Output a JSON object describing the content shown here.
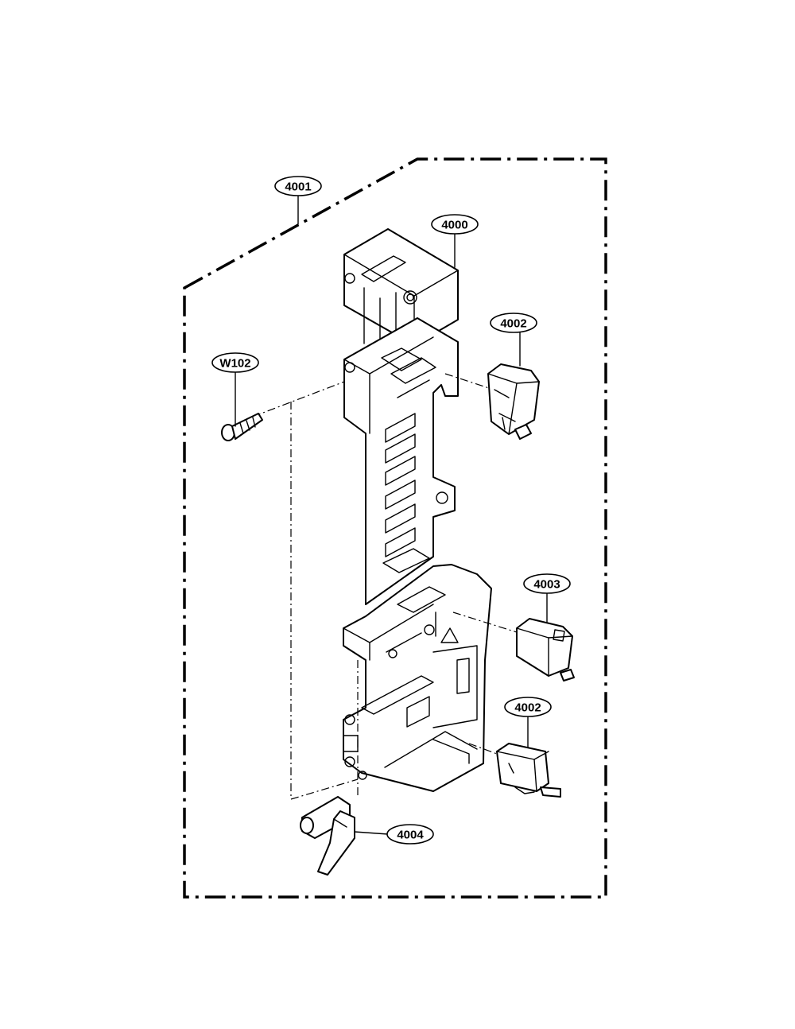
{
  "labels": {
    "assembly": "4001",
    "frame": "4000",
    "switch_top": "4002",
    "screw": "W102",
    "switch_middle": "4003",
    "switch_bottom": "4002",
    "lever": "4004"
  }
}
